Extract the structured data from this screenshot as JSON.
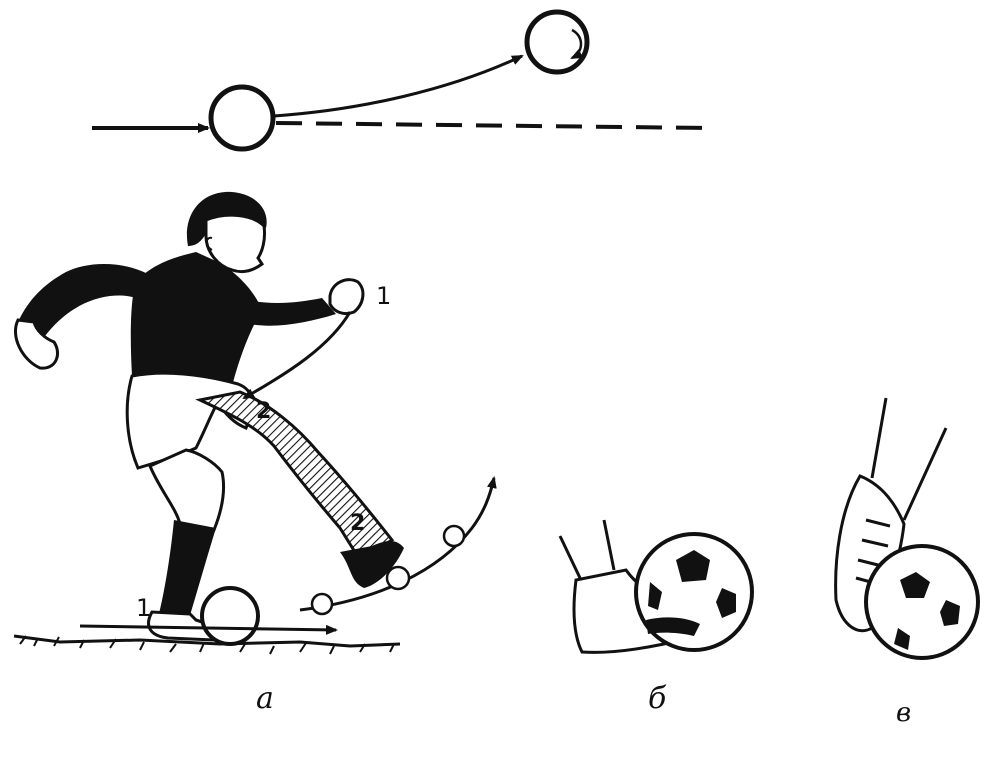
{
  "figure": {
    "captions": {
      "a": "а",
      "b": "б",
      "v": "в"
    },
    "markers": {
      "arm_1": "1",
      "arm_2": "2",
      "leg_2": "2",
      "foot_1": "1"
    },
    "colors": {
      "ink": "#111111",
      "paper": "#ffffff"
    }
  }
}
